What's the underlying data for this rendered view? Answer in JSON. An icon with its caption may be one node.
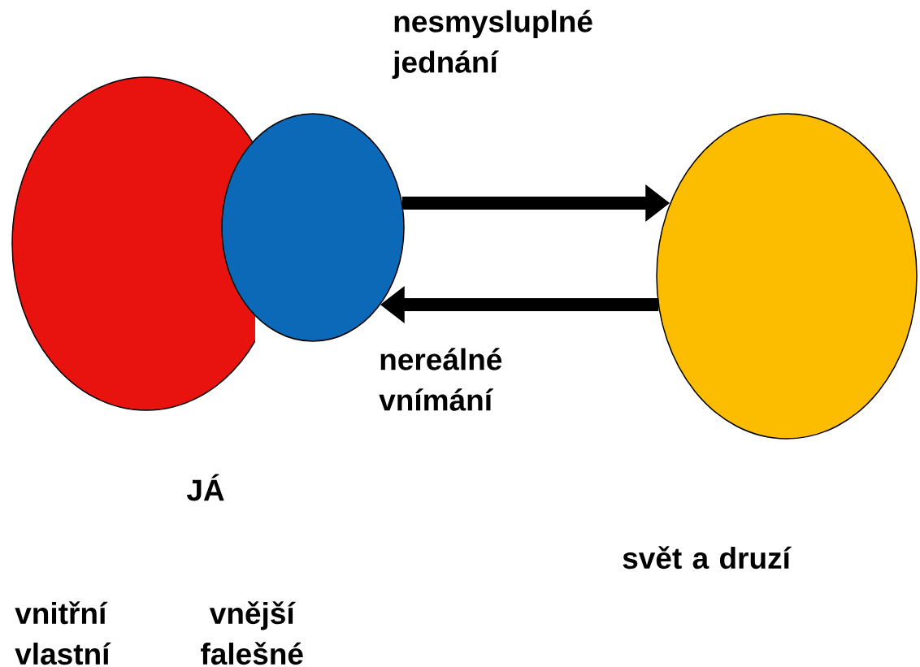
{
  "diagram": {
    "nodes": [
      {
        "text": [],
        "shape": "circle"
      },
      {
        "text": [],
        "shape": "circle"
      },
      {
        "text": [],
        "shape": "circle",
        "beside": [
          "svět a druzí"
        ]
      }
    ],
    "edges": [
      {
        "from": 1,
        "to": 2,
        "arrow": "to",
        "label": "nesmysluplné jednání"
      },
      {
        "from": 2,
        "to": 1,
        "arrow": "to",
        "label": "nereálné vnímání"
      }
    ],
    "labels": [
      "JÁ",
      "vnitřní vlastní",
      "vnější falešné"
    ]
  }
}
